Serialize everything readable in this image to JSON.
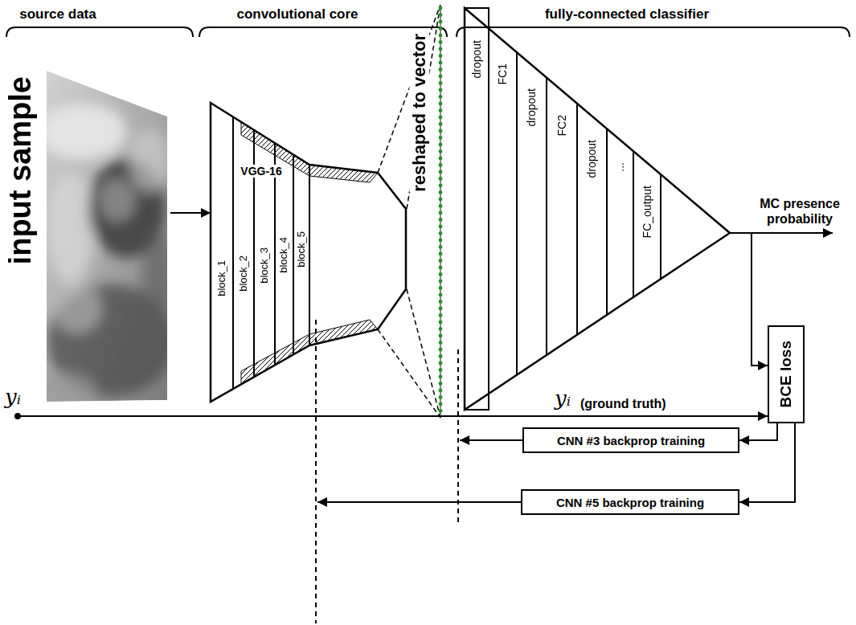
{
  "diagram": {
    "nodes": [
      {
        "text": [
          "source data",
          "input sample"
        ]
      },
      {
        "text": [
          "convolutional core",
          "VGG-16"
        ]
      },
      {
        "text": [
          "block_1"
        ],
        "in": 1
      },
      {
        "text": [
          "block_2"
        ],
        "in": 1
      },
      {
        "text": [
          "block_3"
        ],
        "in": 1
      },
      {
        "text": [
          "block_4"
        ],
        "in": 1
      },
      {
        "text": [
          "block_5"
        ],
        "in": 1
      },
      {
        "text": [
          "reshaped to vector"
        ]
      },
      {
        "text": [
          "fully-connected classifier"
        ]
      },
      {
        "text": [
          "dropout"
        ],
        "in": 8
      },
      {
        "text": [
          "FC1"
        ],
        "in": 8
      },
      {
        "text": [
          "dropout"
        ],
        "in": 8
      },
      {
        "text": [
          "FC2"
        ],
        "in": 8
      },
      {
        "text": [
          "dropout"
        ],
        "in": 8
      },
      {
        "text": [
          "..."
        ],
        "in": 8
      },
      {
        "text": [
          "FC_output"
        ],
        "in": 8
      },
      {
        "text": [
          "BCE loss"
        ]
      },
      {
        "text": [
          "CNN #3 backprop training"
        ]
      },
      {
        "text": [
          "CNN #5 backprop training"
        ]
      }
    ],
    "edges": [
      {
        "from": 0,
        "to": 1,
        "arrow": "to"
      },
      {
        "from": 1,
        "to": 7,
        "arrow": "none"
      },
      {
        "from": 8,
        "to": 16,
        "arrow": "to"
      },
      {
        "from": 16,
        "to": 17,
        "arrow": "to"
      },
      {
        "from": 16,
        "to": 18,
        "arrow": "to"
      }
    ],
    "labels": [
      "MC presence probability",
      "yᵢ",
      "yᵢ",
      "(ground truth)"
    ]
  }
}
